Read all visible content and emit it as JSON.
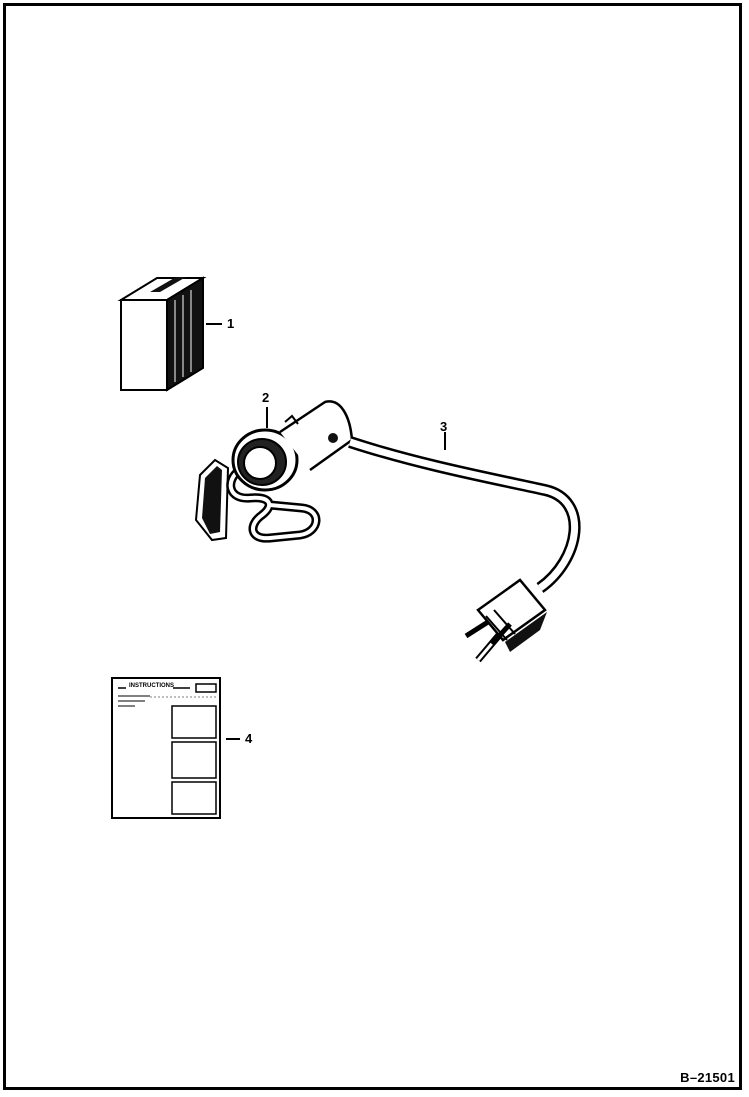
{
  "figure_id": "B–21501",
  "callouts": [
    {
      "number": "1",
      "part": "block"
    },
    {
      "number": "2",
      "part": "heater-element"
    },
    {
      "number": "3",
      "part": "power-cord"
    },
    {
      "number": "4",
      "part": "instruction-sheet"
    }
  ],
  "instruction_sheet": {
    "heading": "INSTRUCTIONS"
  },
  "colors": {
    "line": "#000000",
    "background": "#ffffff"
  }
}
